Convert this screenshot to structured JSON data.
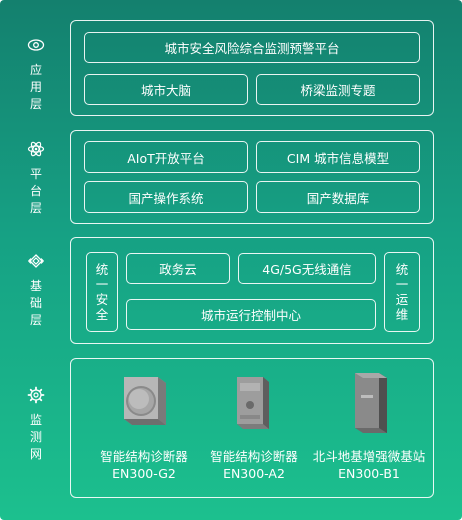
{
  "layers": {
    "application": {
      "label": [
        "应",
        "用",
        "层"
      ],
      "icon": "eye-icon"
    },
    "platform": {
      "label": [
        "平",
        "台",
        "层"
      ],
      "icon": "atom-icon"
    },
    "base": {
      "label": [
        "基",
        "础",
        "层"
      ],
      "icon": "layers-diamond-icon"
    },
    "monitoring": {
      "label": [
        "监",
        "测",
        "网"
      ],
      "icon": "gear-icon"
    }
  },
  "application": {
    "main": "城市安全风险综合监测预警平台",
    "left": "城市大脑",
    "right": "桥梁监测专题"
  },
  "platform": {
    "aiot": "AIoT开放平台",
    "cim": "CIM 城市信息模型",
    "os": "国产操作系统",
    "db": "国产数据库"
  },
  "base": {
    "left_vertical": [
      "统",
      "一",
      "安",
      "全"
    ],
    "gov_cloud": "政务云",
    "network": "4G/5G无线通信",
    "right_vertical": [
      "统",
      "一",
      "运",
      "维"
    ],
    "control_center": "城市运行控制中心"
  },
  "devices": [
    {
      "name": "智能结构诊断器",
      "model": "EN300-G2",
      "icon": "round-sensor-device"
    },
    {
      "name": "智能结构诊断器",
      "model": "EN300-A2",
      "icon": "box-sensor-device"
    },
    {
      "name": "北斗地基增强微基站",
      "model": "EN300-B1",
      "icon": "base-station-device"
    }
  ],
  "colors": {
    "bg_top": "#14806e",
    "bg_bottom": "#1cc08e",
    "line": "#ffffff"
  }
}
